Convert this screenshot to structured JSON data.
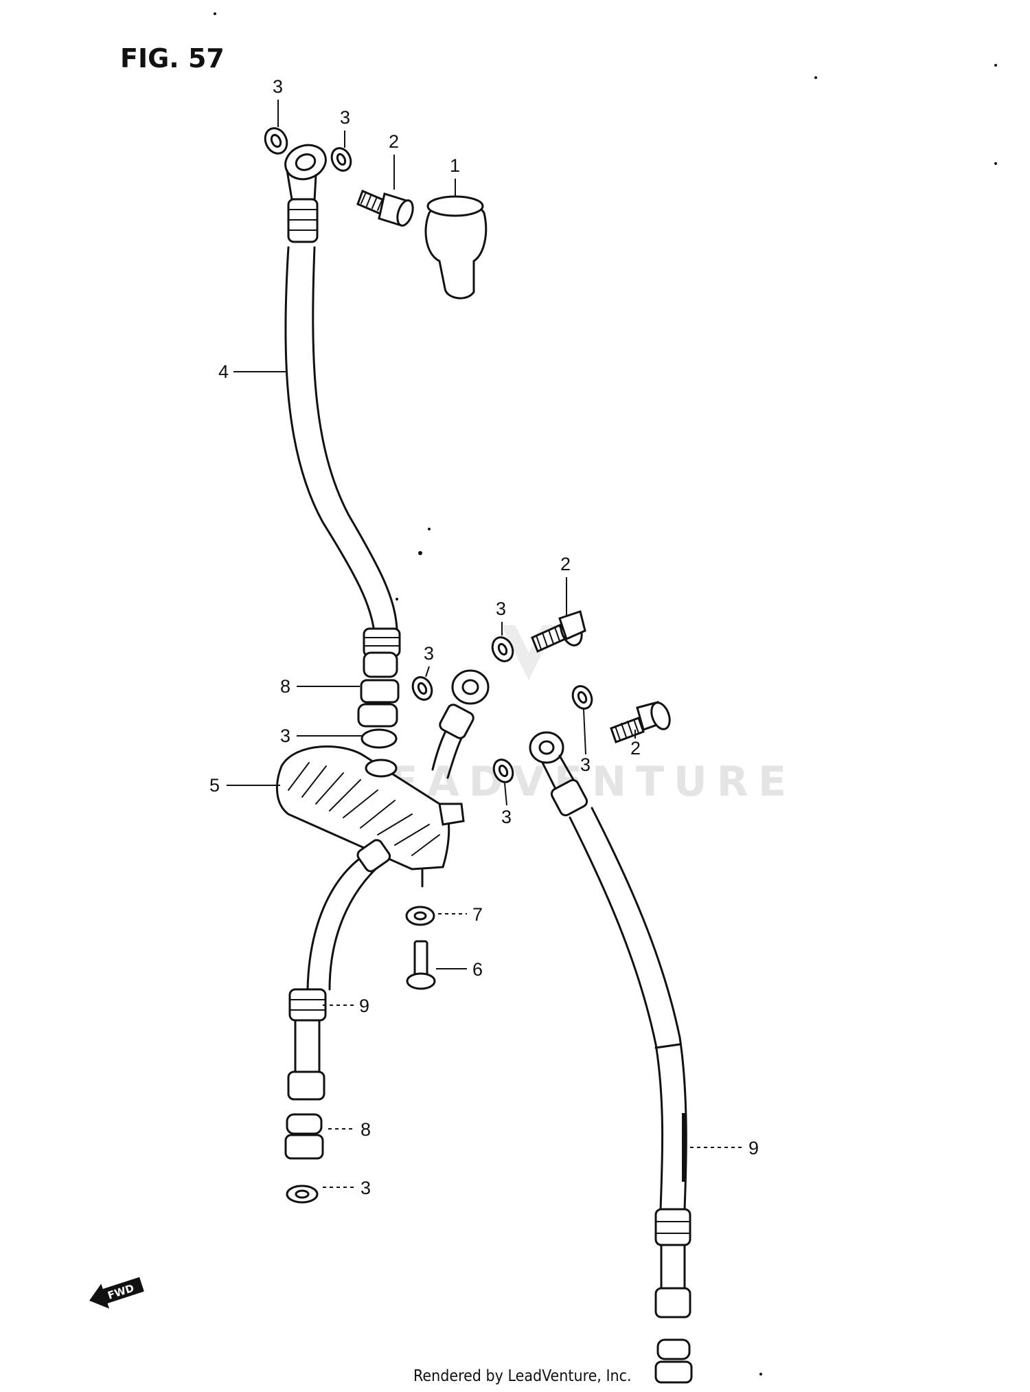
{
  "figure": {
    "title": "FIG. 57"
  },
  "watermark": {
    "text": "LEADVENTURE"
  },
  "footer": {
    "text": "Rendered by LeadVenture, Inc."
  },
  "direction_marker": {
    "label": "FWD"
  },
  "callouts": [
    {
      "id": "c3a",
      "label": "3"
    },
    {
      "id": "c3b",
      "label": "3"
    },
    {
      "id": "c2a",
      "label": "2"
    },
    {
      "id": "c1",
      "label": "1"
    },
    {
      "id": "c4",
      "label": "4"
    },
    {
      "id": "c2b",
      "label": "2"
    },
    {
      "id": "c3c",
      "label": "3"
    },
    {
      "id": "c3d",
      "label": "3"
    },
    {
      "id": "c8a",
      "label": "8"
    },
    {
      "id": "c3e",
      "label": "3"
    },
    {
      "id": "c5",
      "label": "5"
    },
    {
      "id": "c3f",
      "label": "3"
    },
    {
      "id": "c2c",
      "label": "2"
    },
    {
      "id": "c3g",
      "label": "3"
    },
    {
      "id": "c7",
      "label": "7"
    },
    {
      "id": "c6",
      "label": "6"
    },
    {
      "id": "c9a",
      "label": "9"
    },
    {
      "id": "c8b",
      "label": "8"
    },
    {
      "id": "c3h",
      "label": "3"
    },
    {
      "id": "c9b",
      "label": "9"
    }
  ],
  "colors": {
    "ink": "#111111",
    "paper": "#ffffff",
    "watermark": "#e4e4e4"
  }
}
